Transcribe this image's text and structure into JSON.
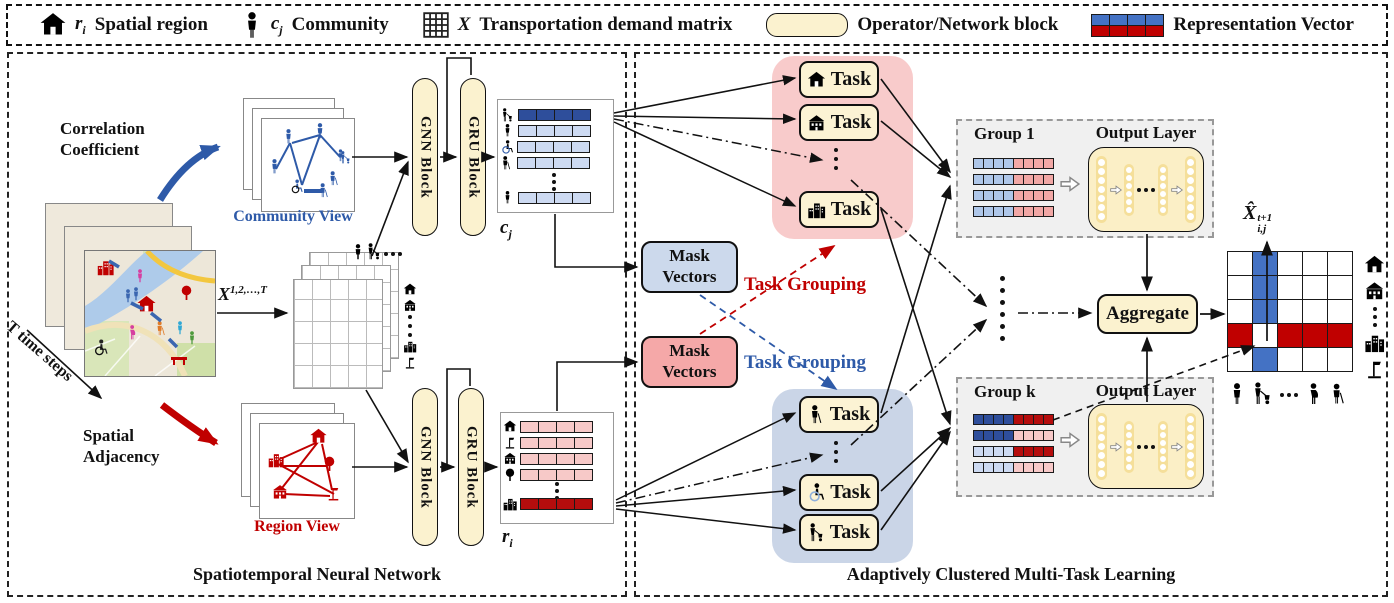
{
  "legend": {
    "spatial_region": {
      "symbol_base": "r",
      "symbol_sub": "i",
      "label": "Spatial region"
    },
    "community": {
      "symbol_base": "c",
      "symbol_sub": "j",
      "label": "Community"
    },
    "demand_matrix": {
      "symbol": "X",
      "label": "Transportation demand matrix"
    },
    "operator_block": {
      "label": "Operator/Network block"
    },
    "representation_vector": {
      "label": "Representation Vector",
      "rows": [
        "NNNN",
        "CCCC"
      ]
    }
  },
  "left_panel": {
    "title": "Spatiotemporal Neural Network",
    "time_steps_label": "T time steps",
    "correlation_label": "Correlation Coefficient",
    "community_view_label": "Community View",
    "region_view_label": "Region View",
    "spatial_adjacency_label": "Spatial Adjacency",
    "demand_symbol": {
      "base": "X",
      "sup": "1,2,…,T"
    },
    "community_branch": {
      "gnn": "GNN Block",
      "gru": "GRU Block"
    },
    "region_branch": {
      "gnn": "GNN Block",
      "gru": "GRU Block"
    },
    "community_repr": {
      "base": "c",
      "sub": "j",
      "rows": [
        "BBBB",
        "bbbb",
        "bbbb",
        "bbbb",
        "bbbb"
      ]
    },
    "region_repr": {
      "base": "r",
      "sub": "i",
      "rows": [
        "pppp",
        "pppp",
        "pppp",
        "pppp",
        "RRRR"
      ]
    }
  },
  "right_panel": {
    "title": "Adaptively Clustered Multi-Task Learning",
    "mask_blue_label": "Mask Vectors",
    "mask_red_label": "Mask Vectors",
    "task_grouping_red": "Task Grouping",
    "task_grouping_blue": "Task Grouping",
    "red_tasks": [
      {
        "label": "Task",
        "icon": "house-icon"
      },
      {
        "label": "Task",
        "icon": "school-icon"
      },
      {
        "label": "Task",
        "icon": "buildings-icon"
      }
    ],
    "blue_tasks": [
      {
        "label": "Task",
        "icon": "elderly-icon"
      },
      {
        "label": "Task",
        "icon": "wheelchair-icon"
      },
      {
        "label": "Task",
        "icon": "stroller-icon"
      }
    ],
    "group1": {
      "title": "Group 1",
      "output_title": "Output Layer",
      "rows": [
        "mmmmqqqq",
        "mmmmqqqq",
        "mmmmqqqq",
        "mmmmqqqq"
      ]
    },
    "groupk": {
      "title": "Group k",
      "output_title": "Output Layer",
      "rows": [
        "BBBBRRRR",
        "BBBBpppp",
        "bbbbRRRR",
        "bbbbpppp"
      ]
    },
    "aggregate_label": "Aggregate",
    "prediction": {
      "base": "X̂",
      "sup": "t+1",
      "sub": "i,j"
    },
    "output_matrix": {
      "rows": [
        "wNwww",
        "wNwww",
        "wNwww",
        "CwCCC",
        "wNwww"
      ],
      "blue_col": 1,
      "red_row": 3
    }
  },
  "colors": {
    "accent_blue": "#2E5AA8",
    "dark_blue_cell": "#2E4E9B",
    "light_blue_cell": "#CDDAF2",
    "accent_red": "#C00000",
    "dark_red_cell": "#B50D0D",
    "light_pink_cell": "#F7C9C8",
    "operator_cream": "#FBF2CF",
    "task_red_bg": "#F8CBCB",
    "task_blue_bg": "#CAD5E7",
    "group_bg": "#F0F0F0",
    "matrix_blue": "#4472C4",
    "matrix_red": "#C00000"
  }
}
